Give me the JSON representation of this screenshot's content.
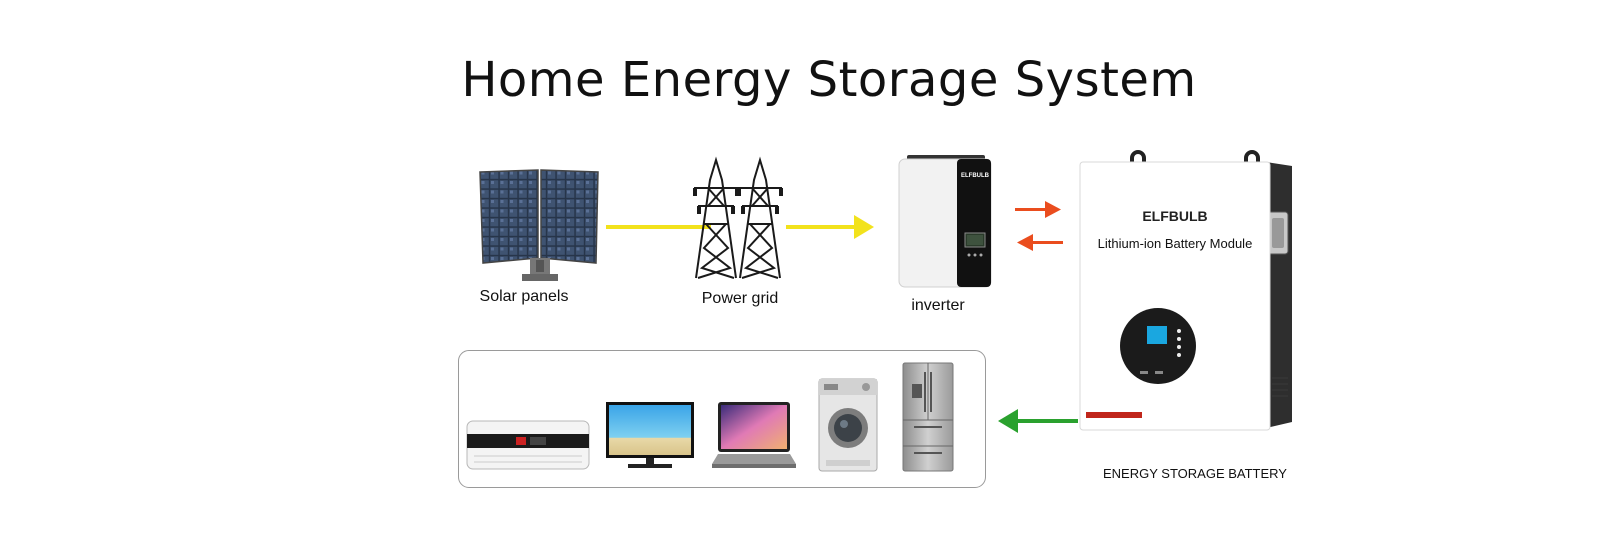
{
  "title": "Home Energy Storage System",
  "labels": {
    "solar_panels": "Solar panels",
    "power_grid": "Power grid",
    "inverter": "inverter",
    "battery": "ENERGY STORAGE BATTERY"
  },
  "inverter_brand": "ELFBULB",
  "battery_panel": {
    "brand": "ELFBULB",
    "module_label": "Lithium-ion Battery Module"
  },
  "colors": {
    "yellow_flow": "#f2e21c",
    "orange_flow": "#ea4d1e",
    "green_flow": "#2aa12e"
  },
  "appliances": [
    "air-conditioner",
    "television",
    "laptop",
    "washing-machine",
    "refrigerator"
  ]
}
